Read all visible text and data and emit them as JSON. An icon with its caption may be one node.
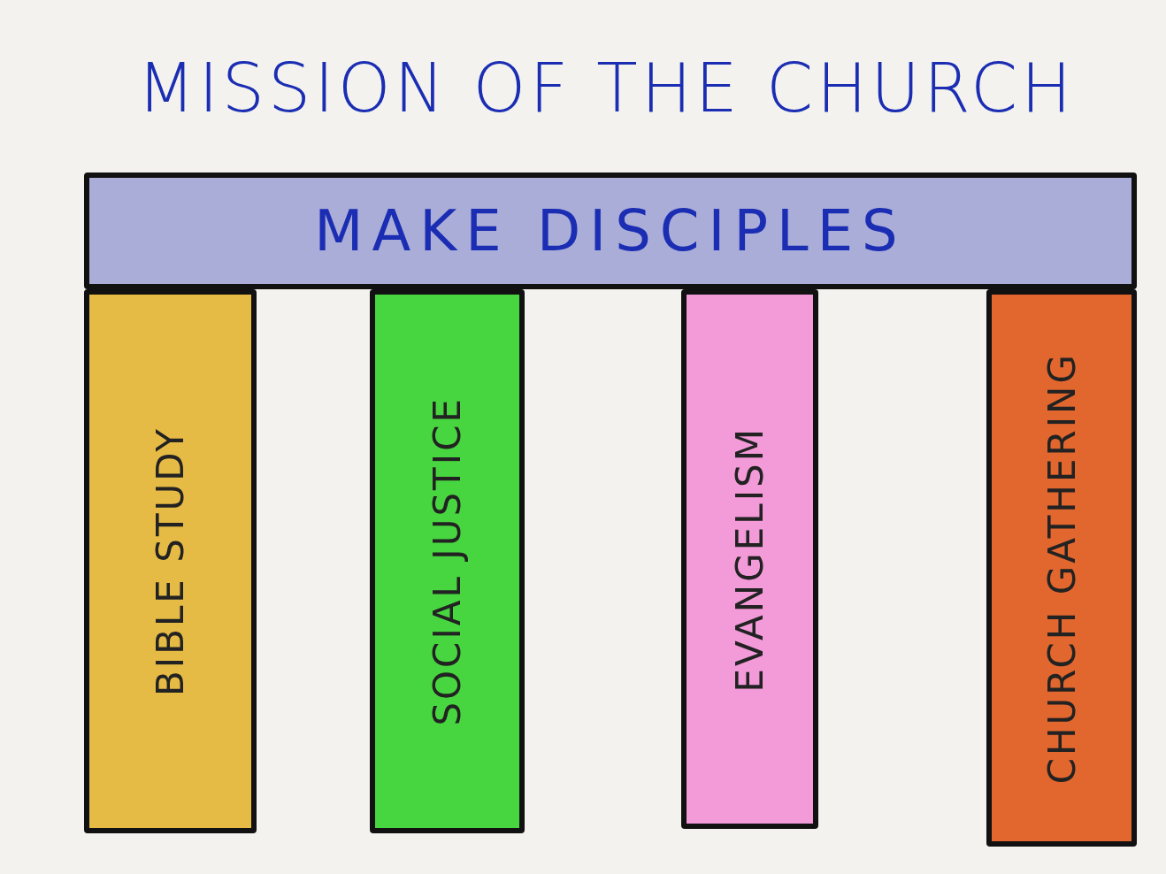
{
  "diagram": {
    "title": "MISSION OF THE CHURCH",
    "nodes": [
      {
        "text": [
          "MAKE DISCIPLES"
        ]
      },
      {
        "text": [
          "BIBLE STUDY"
        ]
      },
      {
        "text": [
          "SOCIAL JUSTICE"
        ]
      },
      {
        "text": [
          "EVANGELISM"
        ]
      },
      {
        "text": [
          "CHURCH GATHERING"
        ]
      }
    ]
  }
}
